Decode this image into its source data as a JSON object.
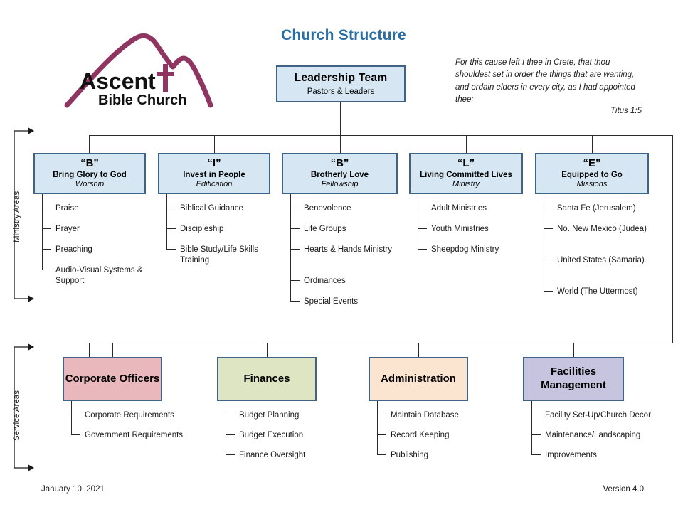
{
  "page": {
    "title": "Church Structure",
    "title_color": "#2a6ea6",
    "background": "#ffffff"
  },
  "logo": {
    "name": "ascent-bible-church-logo",
    "line1": "Ascent",
    "line2": "Bible Church",
    "mountain_color": "#8e3561",
    "cross_color": "#8e3561"
  },
  "scripture": {
    "text": "For this cause left I thee in Crete, that thou shouldest set in order the things that are wanting, and ordain elders in every city, as I had appointed thee:",
    "reference": "Titus 1:5"
  },
  "leadership": {
    "name": "Leadership Team",
    "subtitle": "Pastors & Leaders",
    "fill": "#d6e7f3",
    "border": "#3f6287"
  },
  "brackets": {
    "ministry_label": "Ministry Areas",
    "service_label": "Service Areas"
  },
  "ministry_areas": [
    {
      "letter": "“B”",
      "name": "Bring Glory to God",
      "subtitle": "Worship",
      "fill": "#d6e7f3",
      "items": [
        "Praise",
        "Prayer",
        "Preaching",
        "Audio-Visual  Systems & Support"
      ]
    },
    {
      "letter": "“I”",
      "name": "Invest in People",
      "subtitle": "Edification",
      "fill": "#d6e7f3",
      "items": [
        "Biblical Guidance",
        "Discipleship",
        "Bible Study/Life Skills Training"
      ]
    },
    {
      "letter": "“B”",
      "name": "Brotherly Love",
      "subtitle": "Fellowship",
      "fill": "#d6e7f3",
      "items": [
        "Benevolence",
        "Life Groups",
        "Hearts & Hands Ministry",
        "Ordinances",
        "Special Events"
      ]
    },
    {
      "letter": "“L”",
      "name": "Living Committed Lives",
      "subtitle": "Ministry",
      "fill": "#d6e7f3",
      "items": [
        "Adult Ministries",
        "Youth  Ministries",
        "Sheepdog  Ministry"
      ]
    },
    {
      "letter": "“E”",
      "name": "Equipped to Go",
      "subtitle": "Missions",
      "fill": "#d6e7f3",
      "items": [
        "Santa Fe (Jerusalem)",
        "No. New  Mexico (Judea)",
        "United States (Samaria)",
        "World (The Uttermost)"
      ]
    }
  ],
  "service_areas": [
    {
      "name": "Corporate Officers",
      "fill": "#e9b8bc",
      "items": [
        "Corporate Requirements",
        "Government  Requirements"
      ]
    },
    {
      "name": "Finances",
      "fill": "#dde5c3",
      "items": [
        "Budget  Planning",
        "Budget  Execution",
        "Finance Oversight"
      ]
    },
    {
      "name": "Administration",
      "fill": "#fce5d0",
      "items": [
        "Maintain Database",
        "Record Keeping",
        "Publishing"
      ]
    },
    {
      "name": "Facilities Management",
      "fill": "#c6c4de",
      "items": [
        "Facility Set-Up/Church Decor",
        "Maintenance/Landscaping",
        "Improvements"
      ]
    }
  ],
  "footer": {
    "date": "January 10, 2021",
    "version": "Version 4.0"
  }
}
